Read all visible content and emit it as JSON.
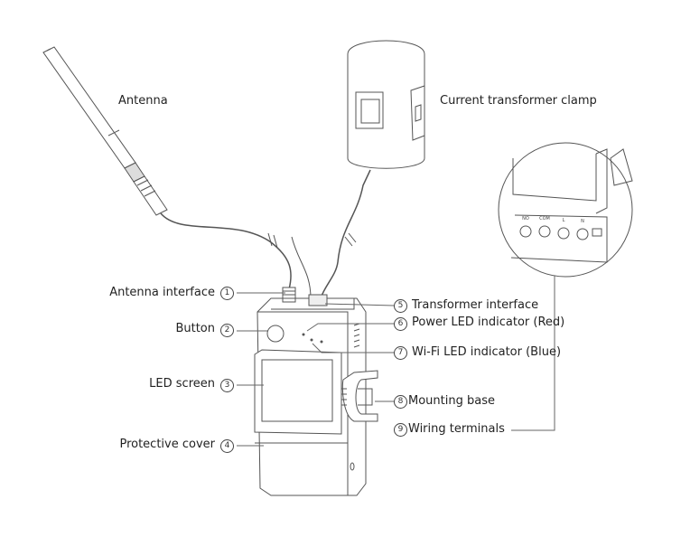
{
  "title_labels": {
    "antenna": "Antenna",
    "clamp": "Current transformer clamp"
  },
  "callouts": [
    {
      "num": "1",
      "label": "Antenna interface"
    },
    {
      "num": "2",
      "label": "Button"
    },
    {
      "num": "3",
      "label": "LED screen"
    },
    {
      "num": "4",
      "label": "Protective cover"
    },
    {
      "num": "5",
      "label": "Transformer interface"
    },
    {
      "num": "6",
      "label": "Power LED indicator (Red)"
    },
    {
      "num": "7",
      "label": "Wi-Fi LED indicator (Blue)"
    },
    {
      "num": "8",
      "label": "Mounting base"
    },
    {
      "num": "9",
      "label": "Wiring terminals"
    }
  ],
  "inset": {
    "terminals": [
      "NO",
      "COM",
      "L",
      "N"
    ]
  },
  "colors": {
    "line": "#555555",
    "text": "#222222",
    "background": "#ffffff"
  }
}
